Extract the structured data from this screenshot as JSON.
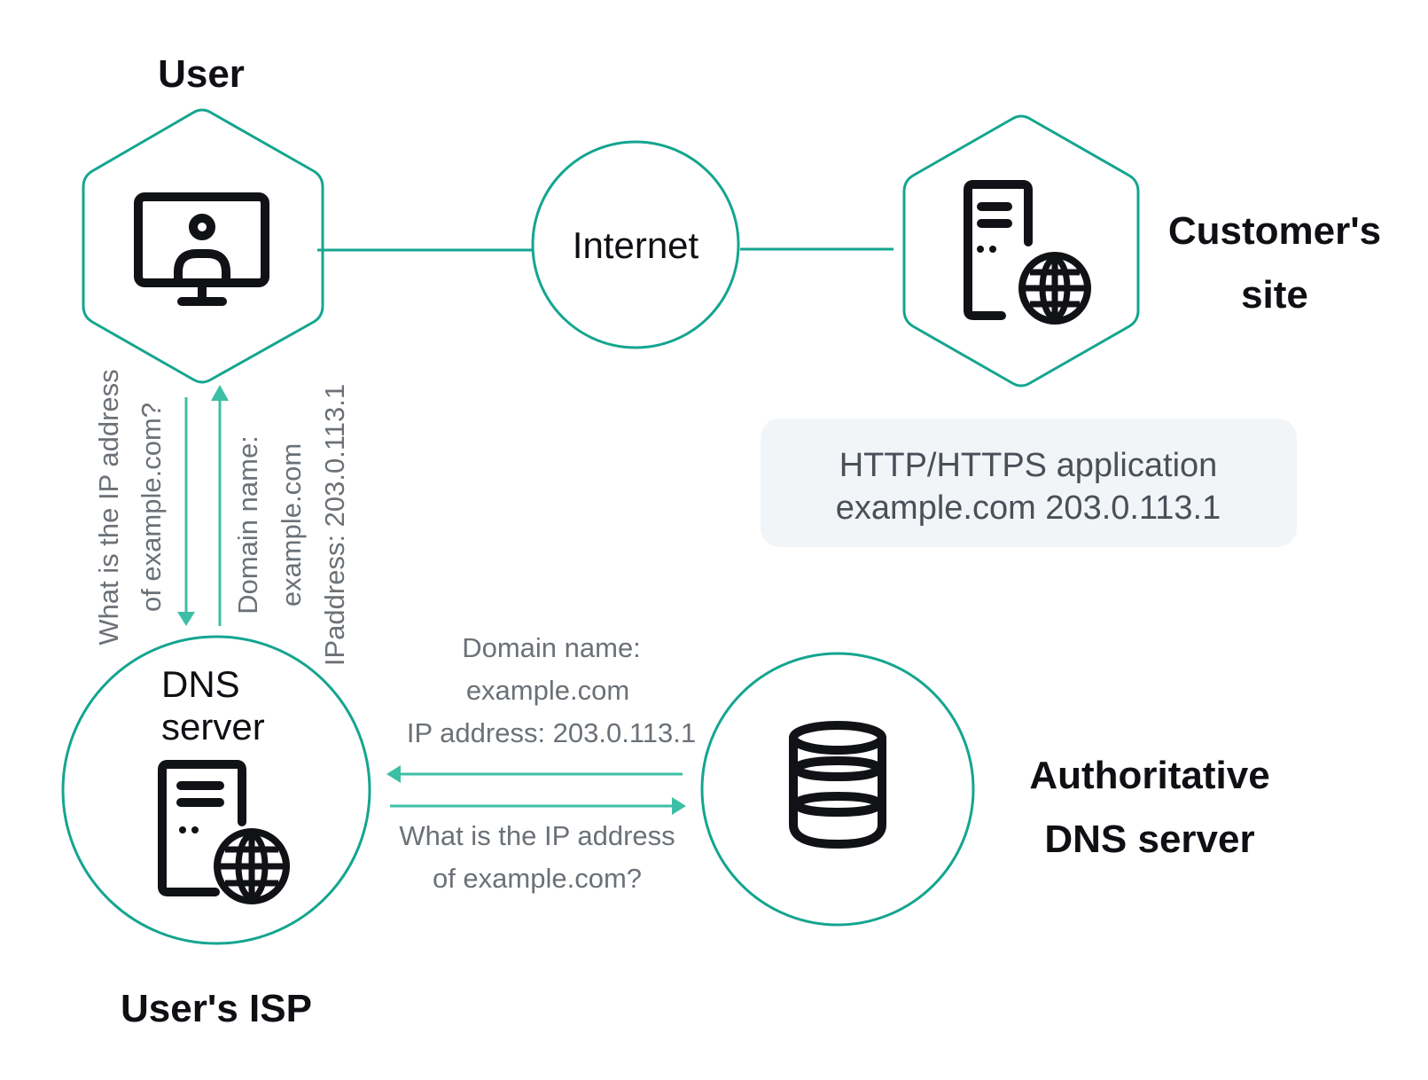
{
  "nodes": {
    "user": {
      "title": "User",
      "icon": "monitor-user-icon"
    },
    "internet": {
      "label": "Internet"
    },
    "customer_site": {
      "title_line1": "Customer's",
      "title_line2": "site",
      "icon": "server-globe-icon"
    },
    "isp_dns": {
      "label_line1": "DNS",
      "label_line2": "server",
      "icon": "server-globe-icon",
      "group_title": "User's ISP"
    },
    "authoritative_dns": {
      "title_line1": "Authoritative",
      "title_line2": "DNS server",
      "icon": "database-icon"
    }
  },
  "info_box": {
    "line1": "HTTP/HTTPS application",
    "line2": "example.com 203.0.113.1"
  },
  "vertical_messages": {
    "query_line1": "What is the IP address",
    "query_line2": "of example.com?",
    "response_line1": "Domain name:",
    "response_line2": "example.com",
    "response_line3": "IPaddress: 203.0.113.1"
  },
  "horizontal_messages": {
    "response_line1": "Domain name:",
    "response_line2": "example.com",
    "response_line3": "IP address: 203.0.113.1",
    "query_line1": "What is the IP address",
    "query_line2": "of example.com?"
  },
  "colors": {
    "outline": "#14a58f",
    "arrow": "#3dbfa6",
    "info_box_bg": "#f2f5f8",
    "text_dark": "#0f0f14",
    "text_muted": "#6b7177"
  }
}
